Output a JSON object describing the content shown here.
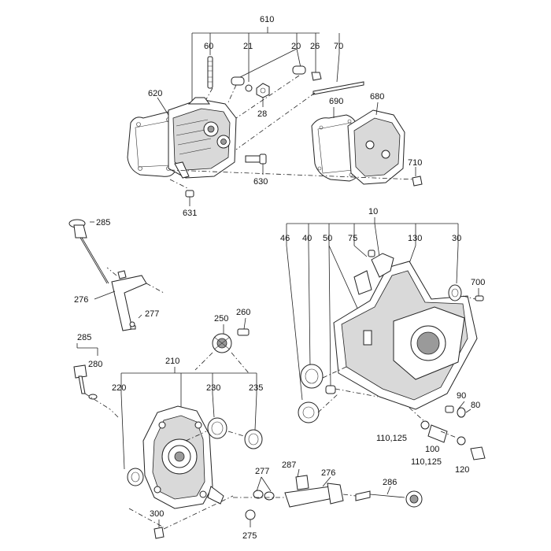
{
  "labels": {
    "l610": "610",
    "l60": "60",
    "l21": "21",
    "l20": "20",
    "l26": "26",
    "l70": "70",
    "l620": "620",
    "l28": "28",
    "l690": "690",
    "l680": "680",
    "l710": "710",
    "l630": "630",
    "l631": "631",
    "l285a": "285",
    "l276a": "276",
    "l277a": "277",
    "l285b": "285",
    "l280": "280",
    "l250": "250",
    "l260": "260",
    "l210": "210",
    "l220": "220",
    "l230": "230",
    "l235": "235",
    "l10": "10",
    "l46": "46",
    "l40": "40",
    "l50": "50",
    "l75": "75",
    "l130": "130",
    "l30": "30",
    "l700": "700",
    "l90": "90",
    "l80": "80",
    "l110a": "110,125",
    "l100": "100",
    "l110b": "110,125",
    "l120": "120",
    "l287": "287",
    "l276b": "276",
    "l277b": "277",
    "l286": "286",
    "l300": "300",
    "l275": "275"
  }
}
